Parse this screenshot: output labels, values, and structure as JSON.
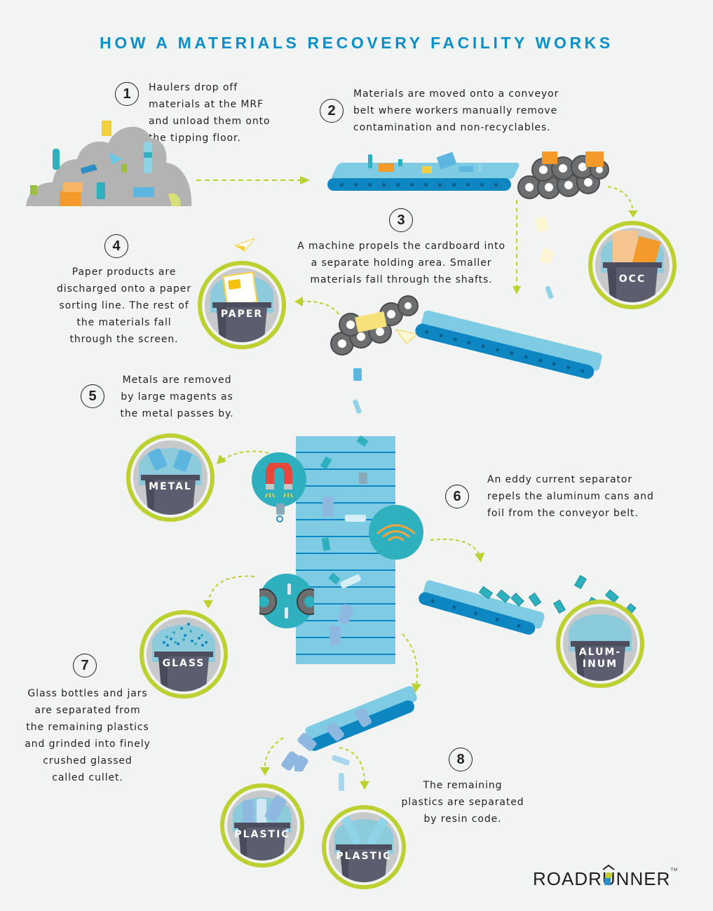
{
  "title": "HOW A MATERIALS RECOVERY FACILITY WORKS",
  "steps": [
    {
      "number": "1",
      "text": "Haulers drop off\nmaterials at the MRF\nand unload them onto\nthe tipping floor."
    },
    {
      "number": "2",
      "text": "Materials are moved onto a conveyor\nbelt where workers manually remove\ncontamination and non-recyclables."
    },
    {
      "number": "3",
      "text": "A machine propels the cardboard into\na separate holding area. Smaller\nmaterials fall through the shafts."
    },
    {
      "number": "4",
      "text": "Paper products are\ndischarged onto a paper\nsorting line. The rest of\nthe materials fall\nthrough the screen."
    },
    {
      "number": "5",
      "text": "Metals are removed\nby large magents as\nthe metal passes by."
    },
    {
      "number": "6",
      "text": "An eddy current separator\nrepels the aluminum cans and\nfoil from the conveyor belt."
    },
    {
      "number": "7",
      "text": "Glass bottles and jars\nare separated from\nthe remaining plastics\nand grinded into finely\ncrushed glassed\ncalled cullet."
    },
    {
      "number": "8",
      "text": "The remaining\nplastics are separated\nby resin code."
    }
  ],
  "bins": {
    "occ": "OCC",
    "paper": "PAPER",
    "metal": "METAL",
    "aluminum_line1": "ALUM-",
    "aluminum_line2": "INUM",
    "glass": "GLASS",
    "plastic_1": "PLASTIC",
    "plastic_2": "PLASTIC"
  },
  "logo": {
    "text": "ROADRUNNER",
    "mark": "TM"
  },
  "colors": {
    "title": "#0b8fc6",
    "ring": "#bcd031",
    "bin_body": "#5c5e70",
    "belt_top": "#7ecbe4",
    "belt_side": "#0e86c1",
    "teal": "#2fb0bf",
    "arrow": "#bcd031"
  }
}
